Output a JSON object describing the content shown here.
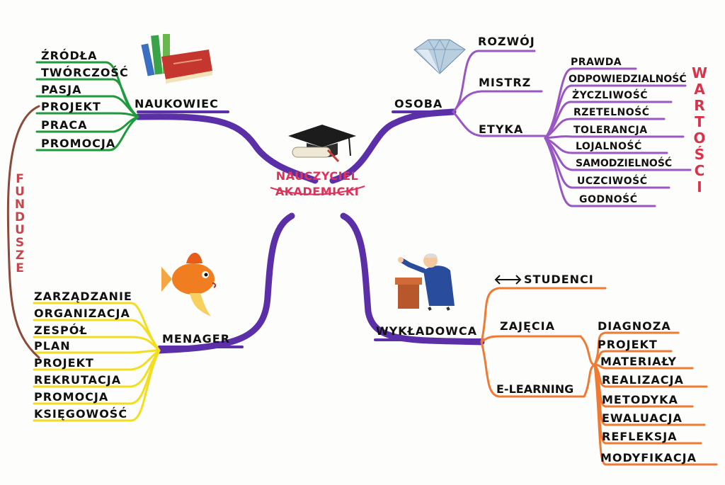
{
  "center": {
    "line1": "NAUCZYCIEL",
    "line2": "AKADEMICKI"
  },
  "branches": {
    "naukowiec": {
      "label": "NAUKOWIEC",
      "items": [
        "ŹRÓDŁA",
        "TWÓRCZOŚĆ",
        "PASJA",
        "PROJEKT",
        "PRACA",
        "PROMOCJA"
      ]
    },
    "osoba": {
      "label": "OSOBA",
      "items": [
        "ROZWÓJ",
        "MISTRZ",
        "ETYKA"
      ],
      "etyka_items": [
        "PRAWDA",
        "ODPOWIEDZIALNOŚĆ",
        "ŻYCZLIWOŚĆ",
        "RZETELNOŚĆ",
        "TOLERANCJA",
        "LOJALNOŚĆ",
        "SAMODZIELNOŚĆ",
        "UCZCIWOŚĆ",
        "GODNOŚĆ"
      ]
    },
    "menager": {
      "label": "MENAGER",
      "items": [
        "ZARZĄDZANIE",
        "ORGANIZACJA",
        "ZESPÓŁ",
        "PLAN",
        "PROJEKT",
        "REKRUTACJA",
        "PROMOCJA",
        "KSIĘGOWOŚĆ"
      ]
    },
    "wykladowca": {
      "label": "WYKŁADOWCA",
      "studenci": "STUDENCI",
      "zajecia": "ZAJĘCIA",
      "elearning": "E-LEARNING",
      "sub_items": [
        "DIAGNOZA",
        "PROJEKT",
        "MATERIAŁY",
        "REALIZACJA",
        "METODYKA",
        "EWALUACJA",
        "REFLEKSJA",
        "MODYFIKACJA"
      ]
    }
  },
  "side_labels": {
    "wartosci": "WARTOŚCI",
    "fundusze": "FUNDUSZE"
  },
  "colors": {
    "main": "#5b2fa8",
    "green": "#1e9a3c",
    "purple": "#9a56c2",
    "yellow": "#f2de1f",
    "orange": "#f07a33",
    "brown": "#8b4a3a",
    "pink": "#e0315b"
  },
  "icons": [
    "books-icon",
    "diamond-icon",
    "graduation-cap-icon",
    "goldfish-icon",
    "lecturer-icon"
  ]
}
